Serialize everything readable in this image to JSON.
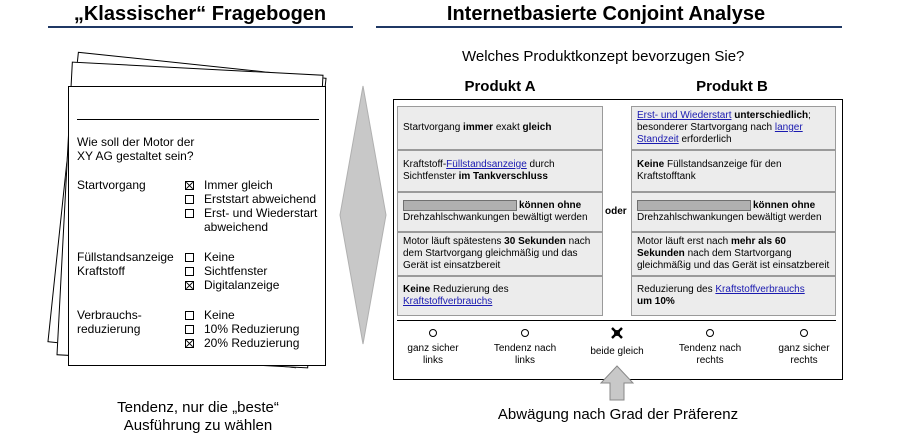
{
  "left": {
    "title": "„Klassischer“ Fragebogen",
    "question": [
      "Wie soll der Motor der",
      "XY AG gestaltet sein?"
    ],
    "groups": [
      {
        "label": [
          "Startvorgang"
        ],
        "options": [
          {
            "text": "Immer gleich",
            "checked": true
          },
          {
            "text": "Erststart abweichend",
            "checked": false
          },
          {
            "text": "Erst- und Wiederstart",
            "text2": "abweichend",
            "checked": false
          }
        ]
      },
      {
        "label": [
          "Füllstandsanzeige",
          "Kraftstoff"
        ],
        "options": [
          {
            "text": "Keine",
            "checked": false
          },
          {
            "text": "Sichtfenster",
            "checked": false
          },
          {
            "text": "Digitalanzeige",
            "checked": true
          }
        ]
      },
      {
        "label": [
          "Verbrauchs-",
          "reduzierung"
        ],
        "options": [
          {
            "text": "Keine",
            "checked": false
          },
          {
            "text": "10% Reduzierung",
            "checked": false
          },
          {
            "text": "20% Reduzierung",
            "checked": true
          }
        ]
      }
    ],
    "caption": [
      "Tendenz, nur die „beste“",
      "Ausführung zu wählen"
    ]
  },
  "right": {
    "title": "Internetbasierte Conjoint Analyse",
    "subtitle": "Welches Produktkonzept bevorzugen Sie?",
    "product_a": "Produkt A",
    "product_b": "Produkt B",
    "oder": "oder",
    "a1": {
      "p1": "Startvorgang ",
      "b1": "immer",
      "p2": " exakt ",
      "b2": "gleich"
    },
    "a2": {
      "p1": "Kraftstoff-",
      "l1": "Füllstandsanzeige",
      "p2": " durch Sichtfenster ",
      "b1": "im Tankverschluss"
    },
    "a3": {
      "b1": "können ohne",
      "p1": " Drehzahlschwankungen bewältigt werden"
    },
    "a4": {
      "p1": "Motor läuft spätestens ",
      "b1": "30 Sekunden",
      "p2": " nach dem Startvorgang gleichmäßig und das Gerät ist einsatzbereit"
    },
    "a5": {
      "b1": "Keine",
      "p1": " Reduzierung des ",
      "l1": "Kraftstoffverbrauchs"
    },
    "b1": {
      "l1": "Erst- und Wiederstart",
      "b1": " unterschiedlich",
      "p1": "; besonderer Startvorgang nach ",
      "l2": "langer Standzeit",
      "p2": " erforderlich"
    },
    "b2": {
      "b1": "Keine",
      "p1": " Füllstandsanzeige für den Kraftstofftank"
    },
    "b3": {
      "b1": "können ohne",
      "p1": " Drehzahlschwankungen bewältigt werden"
    },
    "b4": {
      "p1": "Motor läuft erst nach ",
      "b1": "mehr als 60 Sekunden",
      "p2": " nach dem Startvorgang gleichmäßig und das Gerät ist einsatzbereit"
    },
    "b5": {
      "p1": "Reduzierung des ",
      "l1": "Kraftstoffverbrauchs",
      "b1": "um 10%"
    },
    "scale": [
      {
        "label": [
          "ganz sicher",
          "links"
        ],
        "selected": false
      },
      {
        "label": [
          "Tendenz nach",
          "links"
        ],
        "selected": false
      },
      {
        "label": [
          "beide gleich"
        ],
        "selected": true
      },
      {
        "label": [
          "Tendenz nach",
          "rechts"
        ],
        "selected": false
      },
      {
        "label": [
          "ganz sicher",
          "rechts"
        ],
        "selected": false
      }
    ],
    "caption": "Abwägung nach Grad der Präferenz"
  }
}
